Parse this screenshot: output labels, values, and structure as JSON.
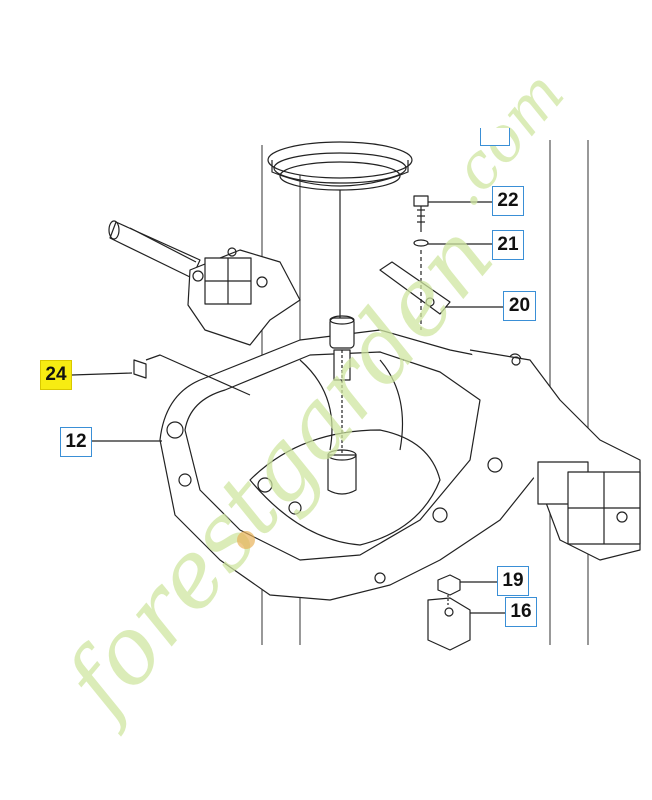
{
  "callouts": {
    "c22": "22",
    "c21": "21",
    "c20": "20",
    "c24": "24",
    "c12": "12",
    "c19": "19",
    "c16": "16"
  },
  "watermark": {
    "text": "forestgarden.com",
    "color": "#cfe6a0",
    "accent_color": "#e8b25a"
  },
  "colors": {
    "callout_border": "#3a8fd6",
    "highlight": "#f7ec12",
    "line": "#222222"
  }
}
